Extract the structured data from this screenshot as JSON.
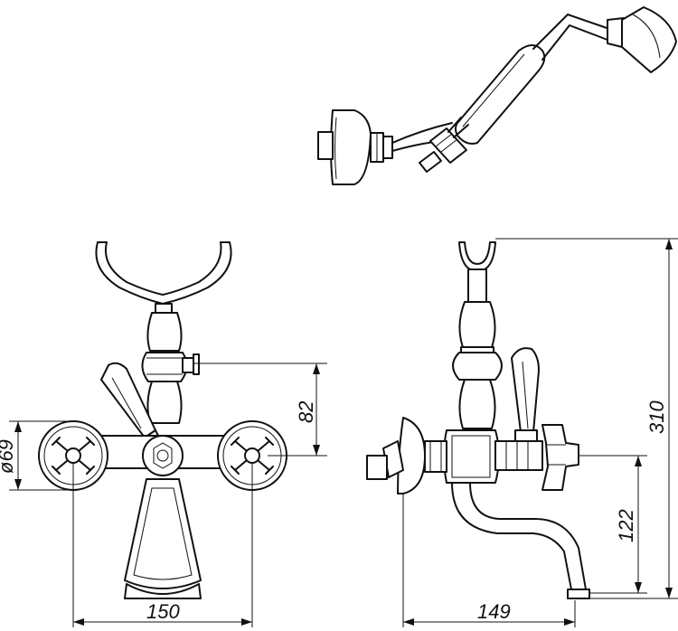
{
  "dimensions": {
    "diameter": "ø69",
    "height_82": "82",
    "width_150": "150",
    "width_149": "149",
    "height_122": "122",
    "height_310": "310"
  }
}
